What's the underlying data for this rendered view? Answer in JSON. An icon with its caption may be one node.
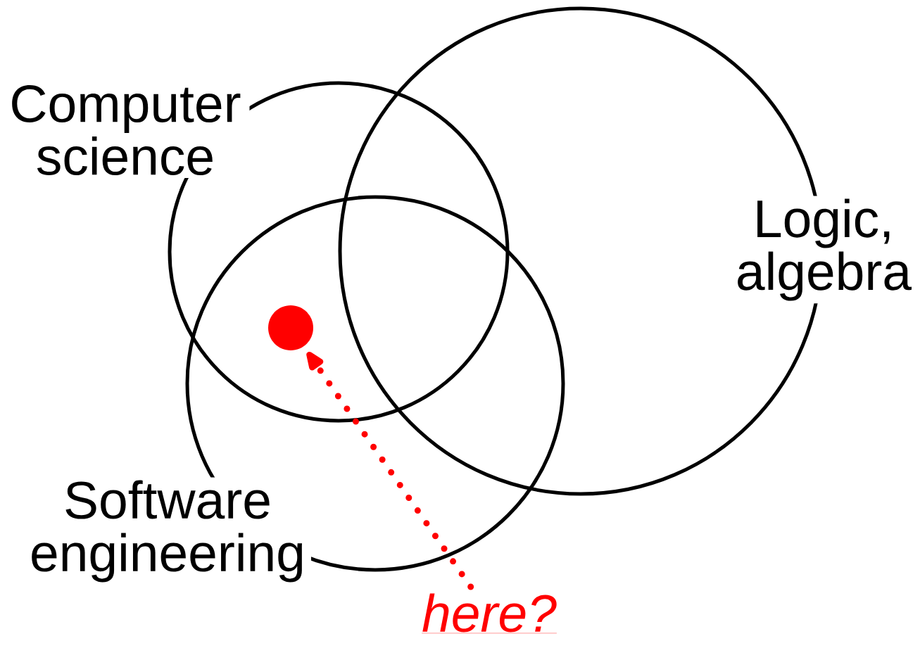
{
  "diagram": {
    "nodes": [
      {
        "text": [
          "Computer science"
        ]
      },
      {
        "text": [
          "Logic, algebra"
        ]
      },
      {
        "text": [
          "Software engineering"
        ]
      },
      {
        "text": [],
        "shape": "circle"
      },
      {
        "text": [
          "here?"
        ]
      }
    ],
    "edges": [
      {
        "from": 4,
        "to": 3,
        "arrow": "to",
        "style": "dashed",
        "color": "#ff0000"
      }
    ]
  }
}
